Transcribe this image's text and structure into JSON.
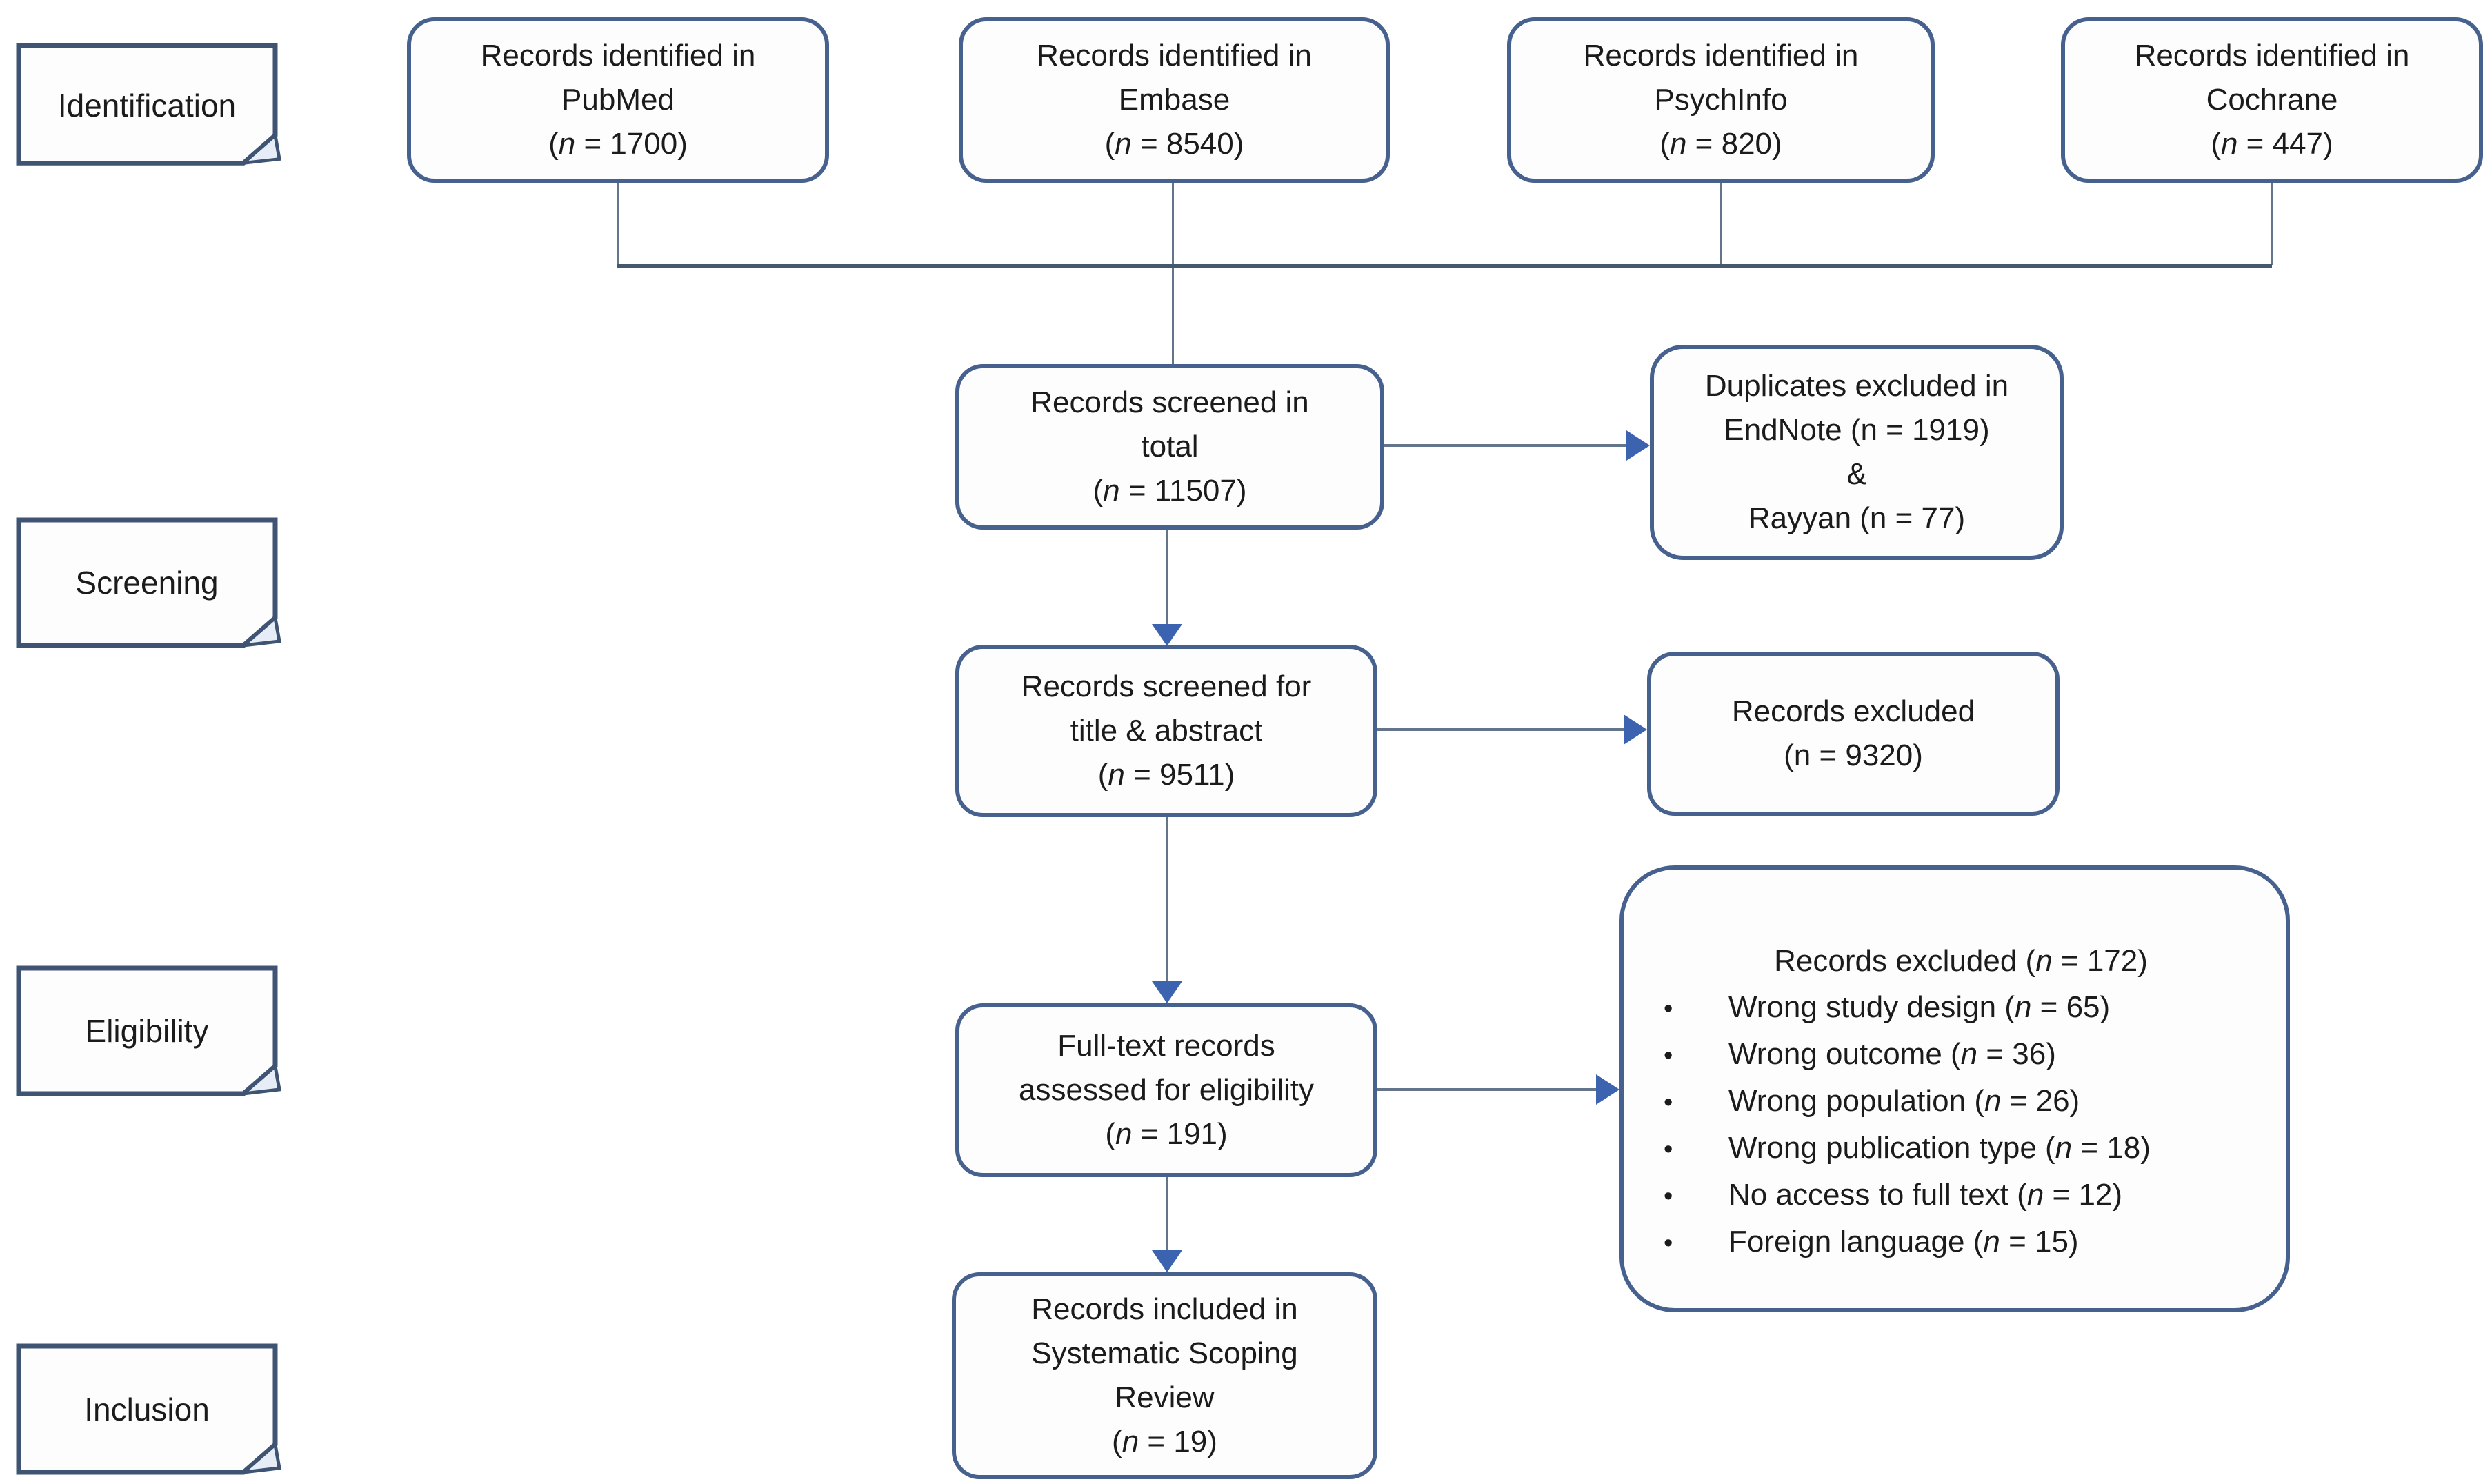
{
  "colors": {
    "box_border": "#46618e",
    "note_border": "#3e5472",
    "connector": "#64748a",
    "collector": "#46586c",
    "arrowhead": "#3b63af",
    "text": "#1b1b1b",
    "background": "#ffffff"
  },
  "stages": [
    {
      "label": "Identification"
    },
    {
      "label": "Screening"
    },
    {
      "label": "Eligibility"
    },
    {
      "label": "Inclusion"
    }
  ],
  "identification_boxes": [
    {
      "lines": [
        "Records identified in",
        "PubMed",
        "(n = 1700)"
      ]
    },
    {
      "lines": [
        "Records identified in",
        "Embase",
        "(n = 8540)"
      ]
    },
    {
      "lines": [
        "Records identified in",
        "PsychInfo",
        "(n = 820)"
      ]
    },
    {
      "lines": [
        "Records identified in",
        "Cochrane",
        "(n = 447)"
      ]
    }
  ],
  "main_flow": [
    {
      "lines": [
        "Records screened in",
        "total",
        "(n = 11507)"
      ]
    },
    {
      "lines": [
        "Records screened for",
        "title & abstract",
        "(n = 9511)"
      ]
    },
    {
      "lines": [
        "Full-text records",
        "assessed for eligibility",
        "(n = 191)"
      ]
    },
    {
      "lines": [
        "Records included in",
        "Systematic Scoping",
        "Review",
        "(n = 19)"
      ]
    }
  ],
  "exclusions": [
    {
      "lines": [
        "Duplicates excluded in",
        "EndNote (n = 1919)",
        "&",
        "Rayyan (n = 77)"
      ]
    },
    {
      "lines": [
        "Records excluded",
        "(n = 9320)"
      ]
    }
  ],
  "fulltext_exclusion": {
    "title": "Records excluded (n = 172)",
    "bullets": [
      "Wrong study design (n = 65)",
      "Wrong outcome (n = 36)",
      "Wrong population (n = 26)",
      "Wrong publication type (n = 18)",
      "No access to full text (n = 12)",
      "Foreign language (n = 15)"
    ]
  }
}
